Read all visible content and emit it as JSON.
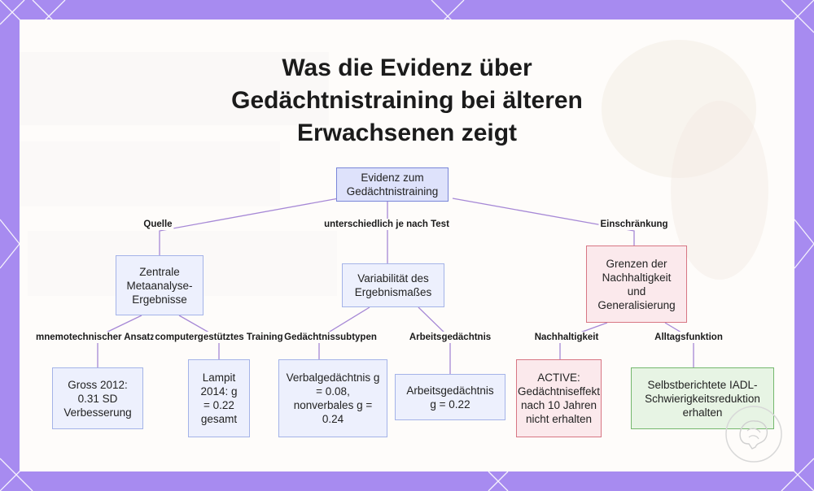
{
  "title": {
    "line1": "Was die Evidenz über",
    "line2": "Gedächtnistraining bei älteren",
    "line3": "Erwachsenen zeigt"
  },
  "colors": {
    "frame": "#a78bf0",
    "root_fill": "#dee2fb",
    "blue_fill": "#edf0fd",
    "red_fill": "#fbe9ec",
    "green_fill": "#e7f4e4",
    "edge": "#a688d6"
  },
  "nodes": {
    "root": "Evidenz zum Gedächtnistraining",
    "meta": "Zentrale Metaanalyse-Ergebnisse",
    "variability": "Variabilität des Ergebnismaßes",
    "limits": "Grenzen der Nachhaltigkeit und Generalisierung",
    "gross": "Gross 2012: 0.31 SD Verbesserung",
    "lampit": "Lampit 2014: g = 0.22 gesamt",
    "verbal": "Verbalgedächtnis g = 0.08, nonverbales g = 0.24",
    "working": "Arbeitsgedächtnis g = 0.22",
    "active": "ACTIVE: Gedächtniseffekt nach 10 Jahren nicht erhalten",
    "iadl": "Selbstberichtete IADL-Schwierigkeitsreduktion erhalten"
  },
  "edge_labels": {
    "source": "Quelle",
    "varies": "unterschiedlich je nach Test",
    "limitation": "Einschränkung",
    "mnemonic": "mnemotechnischer Ansatz",
    "computer": "computergestütztes Training",
    "subtypes": "Gedächtnissubtypen",
    "working": "Arbeitsgedächtnis",
    "sustainability": "Nachhaltigkeit",
    "daily": "Alltagsfunktion"
  }
}
